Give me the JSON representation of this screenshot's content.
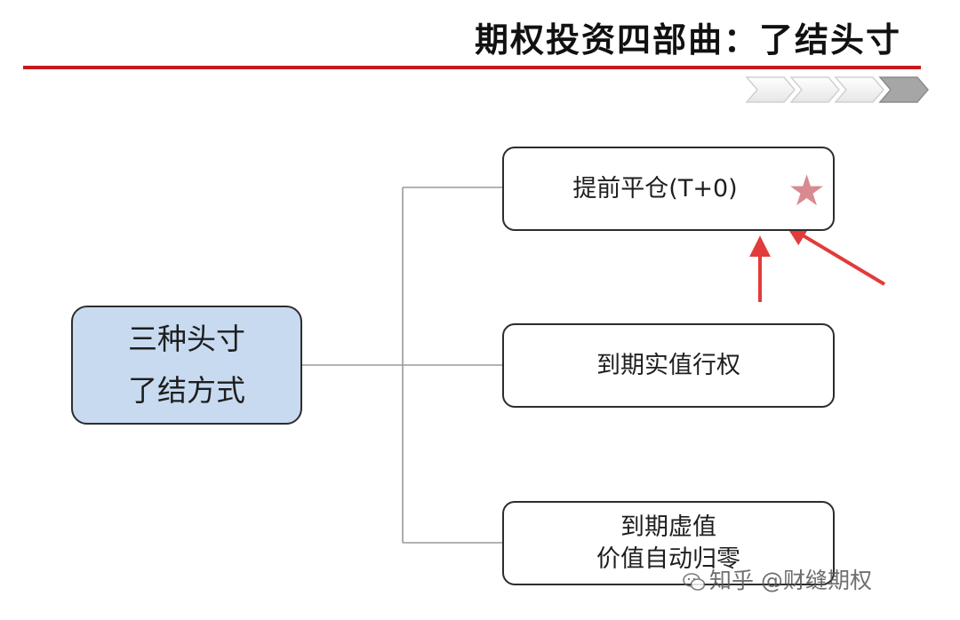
{
  "header": {
    "title": "期权投资四部曲：了结头寸"
  },
  "progress": {
    "steps_total": 4,
    "current_step": 4,
    "colors": {
      "done": "#a6a6a6",
      "pending": "#ffffff"
    }
  },
  "diagram": {
    "root": {
      "line1": "三种头寸",
      "line2": "了结方式",
      "fill": "#c8daf0"
    },
    "branches": [
      {
        "label": "提前平仓(T+0)",
        "highlighted": true
      },
      {
        "label": "到期实值行权"
      },
      {
        "line1": "到期虚值",
        "line2": "价值自动归零"
      }
    ],
    "highlight": {
      "star": "★",
      "star_color": "#d88a8f",
      "arrow_color": "#e23b3b"
    }
  },
  "watermark": {
    "text": "知乎 @财缝期权",
    "icon": "wechat-icon"
  }
}
